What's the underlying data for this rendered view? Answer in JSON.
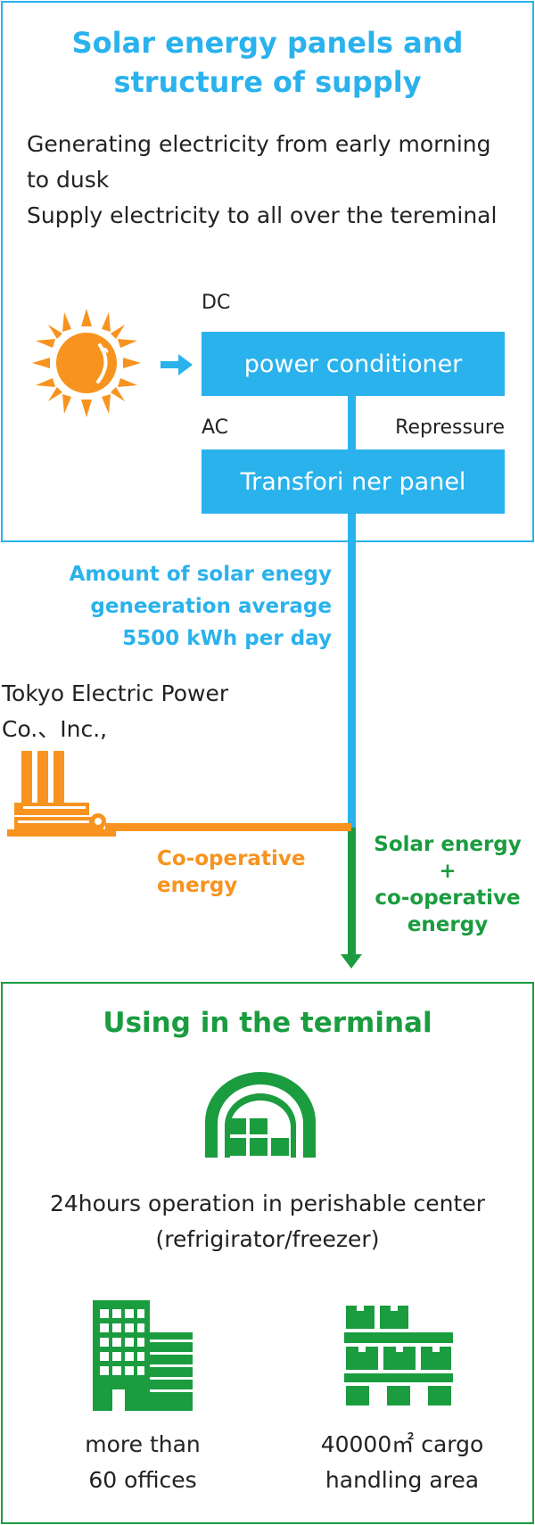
{
  "top": {
    "title_line1": "Solar energy panels and",
    "title_line2": "structure of supply",
    "intro_line1": "Generating electricity from early morning",
    "intro_line2": "to dusk",
    "intro_line3": "Supply electricity to all over the tereminal"
  },
  "flow": {
    "dc_label": "DC",
    "power_conditioner": "power conditioner",
    "ac_label": "AC",
    "repressure_label": "Repressure",
    "transformer_panel": "Transfori ner panel",
    "solar_note_line1": "Amount of solar enegy",
    "solar_note_line2": "geneeration  average",
    "solar_note_line3": "5500 kWh per day",
    "tepco_line1": "Tokyo Electric Power",
    "tepco_line2": "Co.、Inc.,",
    "coop_line1": "Co-operative",
    "coop_line2": "energy",
    "mix_line1": "Solar energy",
    "mix_line2": "+",
    "mix_line3": "co-operative",
    "mix_line4": "energy"
  },
  "bottom": {
    "title": "Using in the terminal",
    "perish_line1": "24hours operation in perishable center",
    "perish_line2": "(refrigirator/freezer)",
    "offices_line1": "more than",
    "offices_line2": "60 offices",
    "cargo_line1": "40000㎡ cargo",
    "cargo_line2": "handling area"
  },
  "icons": {
    "sun": "sun-icon",
    "arrow": "arrow-right-icon",
    "factory": "factory-icon",
    "warehouse": "warehouse-icon",
    "office": "office-building-icon",
    "cargo": "cargo-boxes-icon"
  },
  "colors": {
    "blue": "#2ab2ec",
    "green": "#1a9c3f",
    "orange": "#f7931e"
  }
}
